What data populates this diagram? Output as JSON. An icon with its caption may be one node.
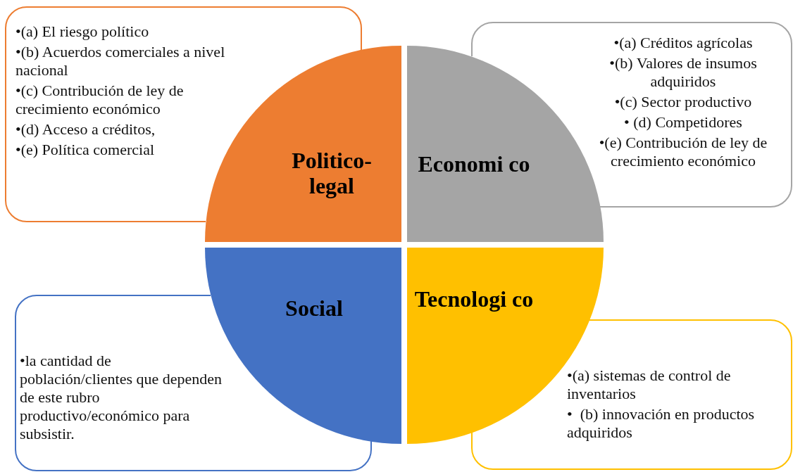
{
  "diagram": {
    "nodes": [
      {
        "text": [
          "•(a) El riesgo político",
          "•(b) Acuerdos comerciales a nivel nacional",
          "•(c) Contribución de ley de crecimiento económico",
          "•(d) Acceso a créditos,",
          "•(e) Política comercial"
        ]
      },
      {
        "text": [
          "Politico- legal"
        ]
      },
      {
        "text": [
          "•(a) Créditos agrícolas",
          "•(b) Valores de insumos adquiridos",
          "•(c) Sector productivo",
          "• (d) Competidores",
          "•(e) Contribución de ley de crecimiento económico"
        ]
      },
      {
        "text": [
          "Economi co"
        ]
      },
      {
        "text": [
          "Social"
        ]
      },
      {
        "text": [
          "Tecnologi co"
        ]
      },
      {
        "text": [
          "•la cantidad de población/clientes que dependen de este rubro productivo/económico para subsistir."
        ]
      },
      {
        "text": [
          "•(a) sistemas de control de inventarios",
          "•  (b) innovación en productos adquiridos"
        ]
      }
    ],
    "edges": []
  }
}
